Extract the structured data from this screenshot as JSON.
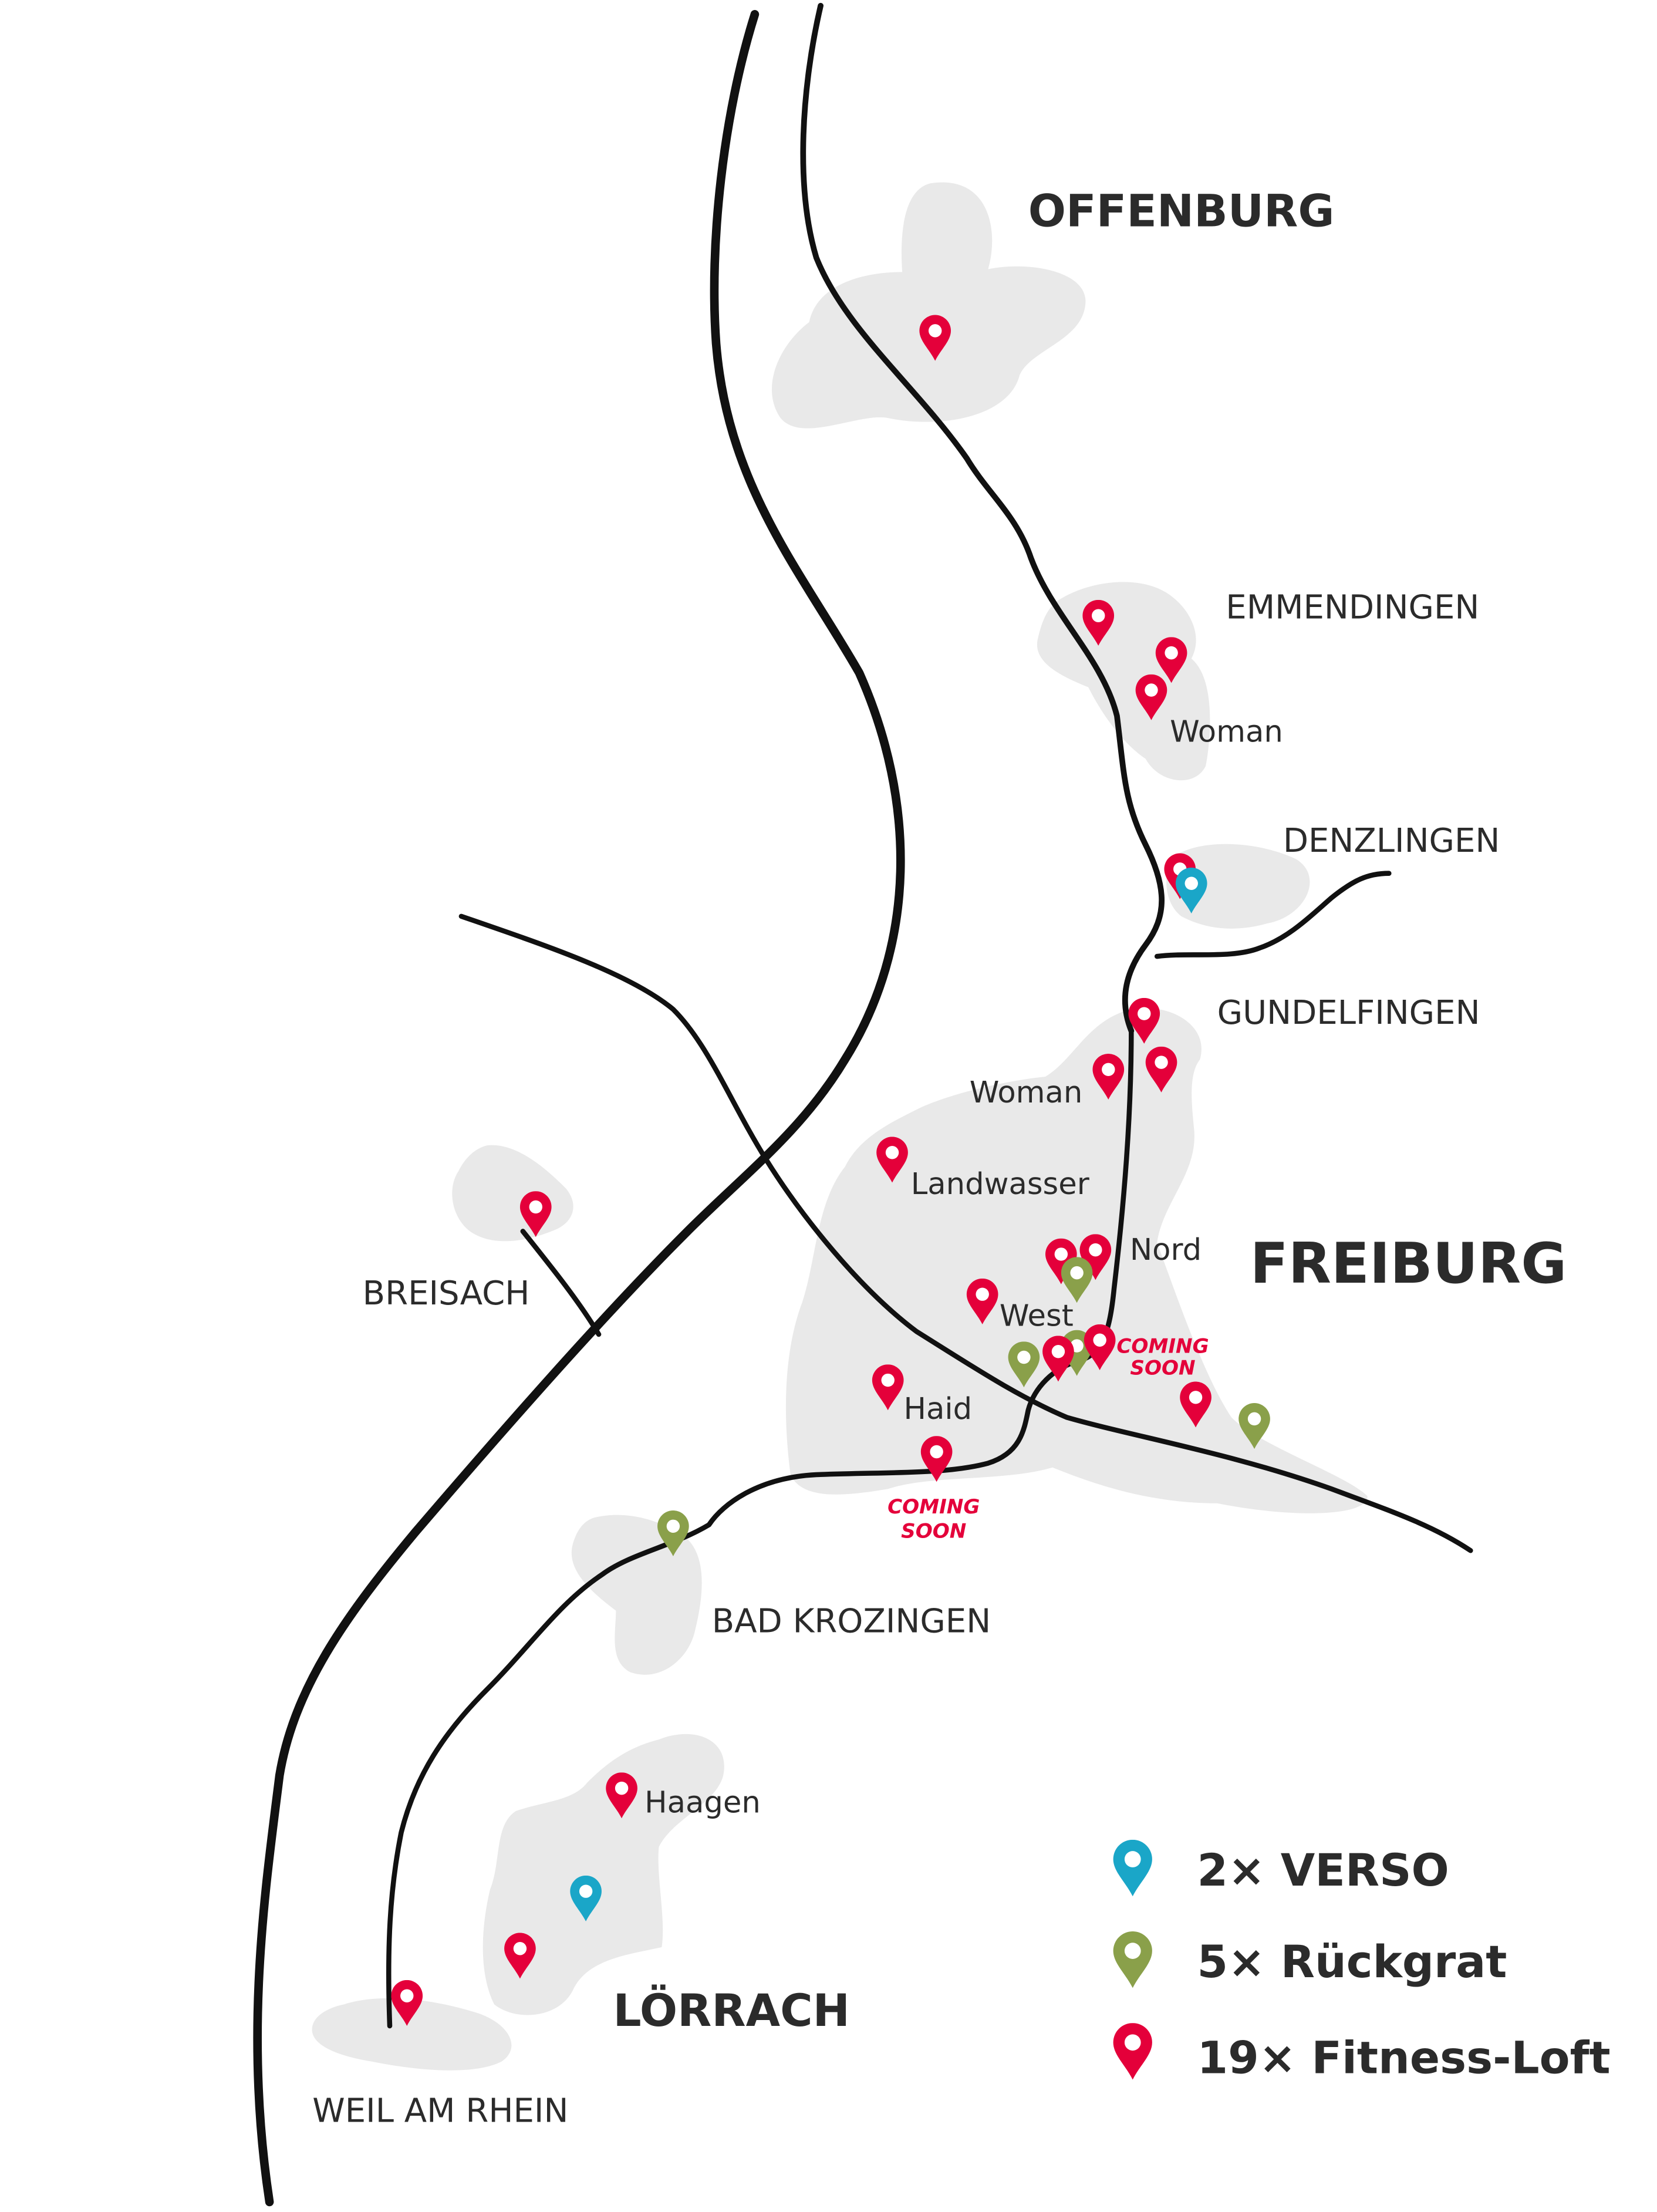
{
  "colors": {
    "verso": "#1aa6c8",
    "rueckgrat": "#8aa04a",
    "fitness_loft": "#e4003a",
    "area": "#e9e9e9",
    "road": "#111111",
    "text": "#2b2b2b"
  },
  "cities": {
    "offenburg": "OFFENBURG",
    "emmendingen": "EMMENDINGEN",
    "denzlingen": "DENZLINGEN",
    "gundelfingen": "GUNDELFINGEN",
    "freiburg": "FREIBURG",
    "breisach": "BREISACH",
    "bad_krozingen": "BAD KROZINGEN",
    "loerrach": "LÖRRACH",
    "weil_am_rhein": "WEIL AM RHEIN"
  },
  "districts": {
    "woman_emmendingen": "Woman",
    "woman_freiburg": "Woman",
    "landwasser": "Landwasser",
    "nord": "Nord",
    "west": "West",
    "haid": "Haid",
    "haagen": "Haagen"
  },
  "coming_soon": {
    "center": [
      "COMING",
      "SOON"
    ],
    "south": [
      "COMING",
      "SOON"
    ]
  },
  "legend": [
    {
      "name": "verso",
      "label": "2× VERSO",
      "icon": "map-pin-icon"
    },
    {
      "name": "rueckgrat",
      "label": "5× Rückgrat",
      "icon": "map-pin-icon"
    },
    {
      "name": "fitness-loft",
      "label": "19× Fitness-Loft",
      "icon": "map-pin-icon"
    }
  ]
}
